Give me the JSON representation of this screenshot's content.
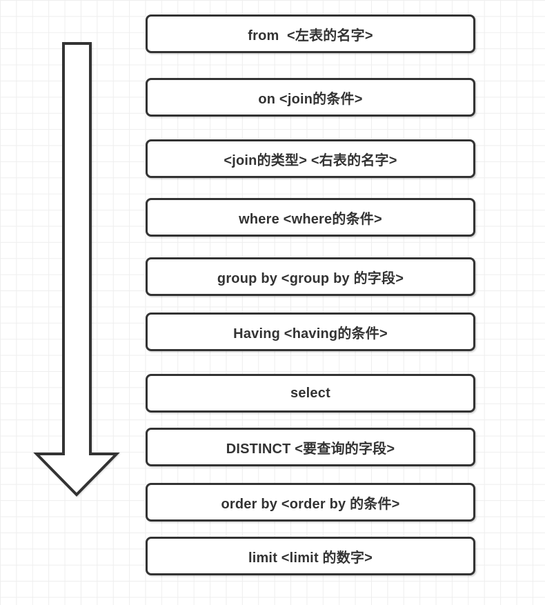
{
  "diagram": {
    "title": "SQL query clause execution order",
    "colors": {
      "stroke": "#333333",
      "text": "#333333",
      "shape_fill": "#ffffff",
      "grid_line": "#eeeeee",
      "canvas_background": "#ffffff"
    },
    "arrow": {
      "direction": "down",
      "style": "outline"
    }
  },
  "steps": [
    {
      "label": "from  <左表的名字>"
    },
    {
      "label": "on <join的条件>"
    },
    {
      "label": "<join的类型> <右表的名字>"
    },
    {
      "label": "where <where的条件>"
    },
    {
      "label": "group by <group by 的字段>"
    },
    {
      "label": "Having <having的条件>"
    },
    {
      "label": "select"
    },
    {
      "label": "DISTINCT <要查询的字段>"
    },
    {
      "label": "order by <order by 的条件>"
    },
    {
      "label": "limit <limit 的数字>"
    }
  ]
}
